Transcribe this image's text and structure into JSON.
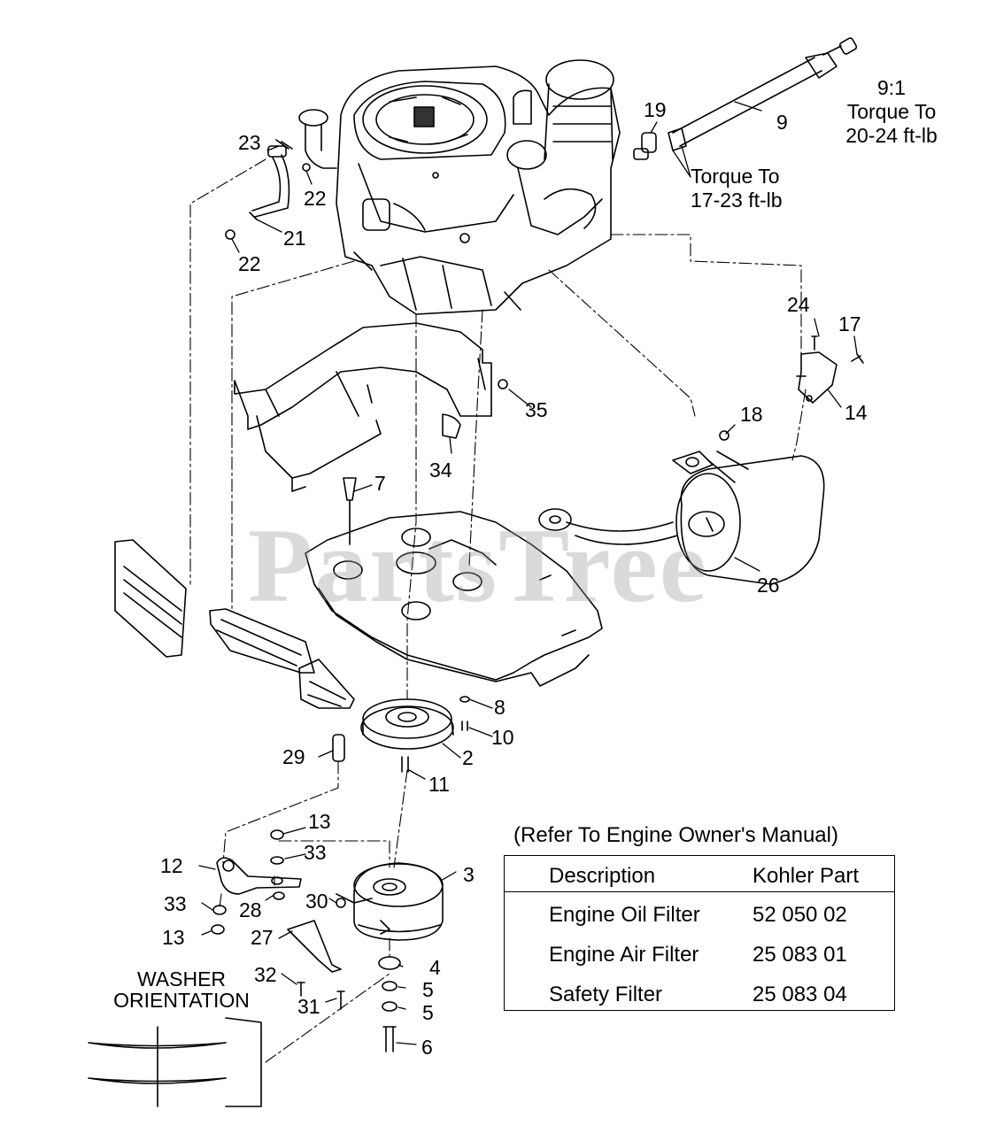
{
  "watermark": "PartsTree",
  "callouts": {
    "c23": "23",
    "c22a": "22",
    "c22b": "22",
    "c21": "21",
    "c19": "19",
    "c9": "9",
    "c24": "24",
    "c17": "17",
    "c14": "14",
    "c18": "18",
    "c35": "35",
    "c34": "34",
    "c7": "7",
    "c26": "26",
    "c8": "8",
    "c10": "10",
    "c2": "2",
    "c29": "29",
    "c11": "11",
    "c13a": "13",
    "c33a": "33",
    "c12": "12",
    "c28": "28",
    "c30": "30",
    "c3": "3",
    "c33b": "33",
    "c13b": "13",
    "c27": "27",
    "c4": "4",
    "c32": "32",
    "c5a": "5",
    "c5b": "5",
    "c31": "31",
    "c6": "6"
  },
  "torque_notes": {
    "hose_end": [
      "9:1",
      "Torque To",
      "20-24 ft-lb"
    ],
    "clamps": [
      "Torque To",
      "17-23 ft-lb"
    ]
  },
  "washer_orientation": [
    "WASHER",
    "ORIENTATION"
  ],
  "kohler": {
    "note": "(Refer To Engine Owner's Manual)",
    "headers": [
      "Description",
      "Kohler Part"
    ],
    "rows": [
      [
        "Engine Oil Filter",
        "52 050 02"
      ],
      [
        "Engine Air Filter",
        "25 083 01"
      ],
      [
        "Safety Filter",
        "25 083 04"
      ]
    ]
  }
}
